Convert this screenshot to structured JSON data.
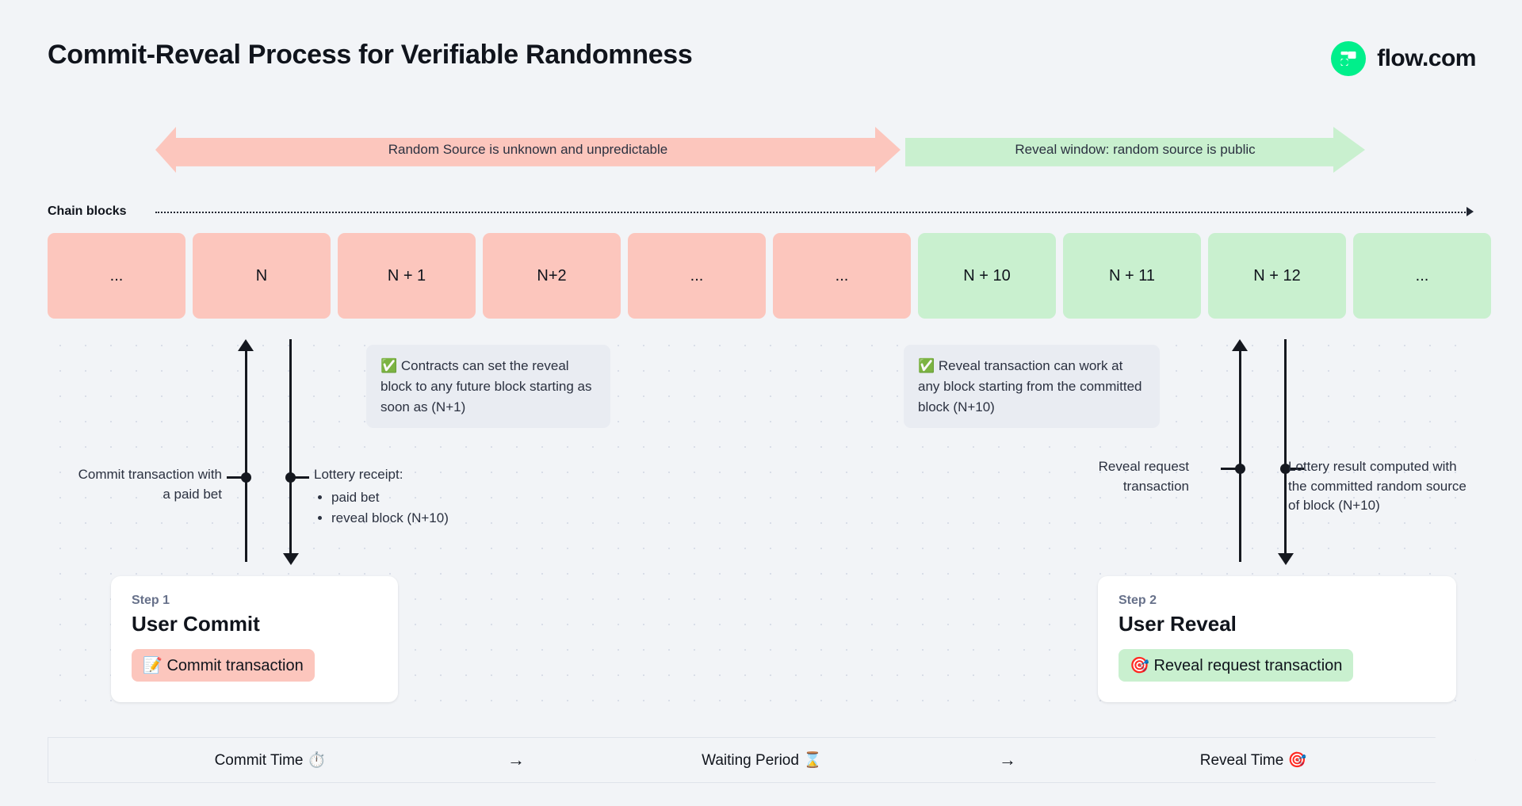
{
  "header": {
    "title": "Commit-Reveal Process for Verifiable Randomness",
    "brand": "flow.com",
    "brand_icon": "flow-logo-icon",
    "brand_color": "#00ef8b"
  },
  "banners": {
    "unknown": "Random Source is unknown and unpredictable",
    "unknown_color": "#fcc6bd",
    "reveal": "Reveal window: random source is public",
    "reveal_color": "#c9f0cf"
  },
  "chain": {
    "label": "Chain blocks",
    "blocks": [
      {
        "label": "...",
        "state": "pink"
      },
      {
        "label": "N",
        "state": "pink"
      },
      {
        "label": "N + 1",
        "state": "pink"
      },
      {
        "label": "N+2",
        "state": "pink"
      },
      {
        "label": "...",
        "state": "pink"
      },
      {
        "label": "...",
        "state": "pink"
      },
      {
        "label": "N + 10",
        "state": "green"
      },
      {
        "label": "N + 11",
        "state": "green"
      },
      {
        "label": "N + 12",
        "state": "green"
      },
      {
        "label": "...",
        "state": "green"
      }
    ]
  },
  "callouts": {
    "one": {
      "icon": "white-check-mark",
      "text": "Contracts can set the reveal block to any future block starting as soon as (N+1)"
    },
    "two": {
      "icon": "white-check-mark",
      "text": "Reveal transaction can work at any block starting from the committed block (N+10)"
    }
  },
  "annotations": {
    "commit": "Commit transaction with a paid bet",
    "receipt_title": "Lottery receipt:",
    "receipt_items": [
      "paid bet",
      "reveal block (N+10)"
    ],
    "reveal_request": "Reveal request transaction",
    "lottery_result": "Lottery result computed with the committed random source of block (N+10)"
  },
  "steps": [
    {
      "step": "Step 1",
      "title": "User Commit",
      "pill": "Commit transaction",
      "pill_icon": "memo",
      "pill_color": "#fcc6bd"
    },
    {
      "step": "Step 2",
      "title": "User Reveal",
      "pill": "Reveal request transaction",
      "pill_icon": "direct-hit",
      "pill_color": "#c9f0cf"
    }
  ],
  "timeline": {
    "segments": [
      "Commit Time ⏱️",
      "Waiting Period ⌛",
      "Reveal Time 🎯"
    ],
    "separator": "→"
  }
}
